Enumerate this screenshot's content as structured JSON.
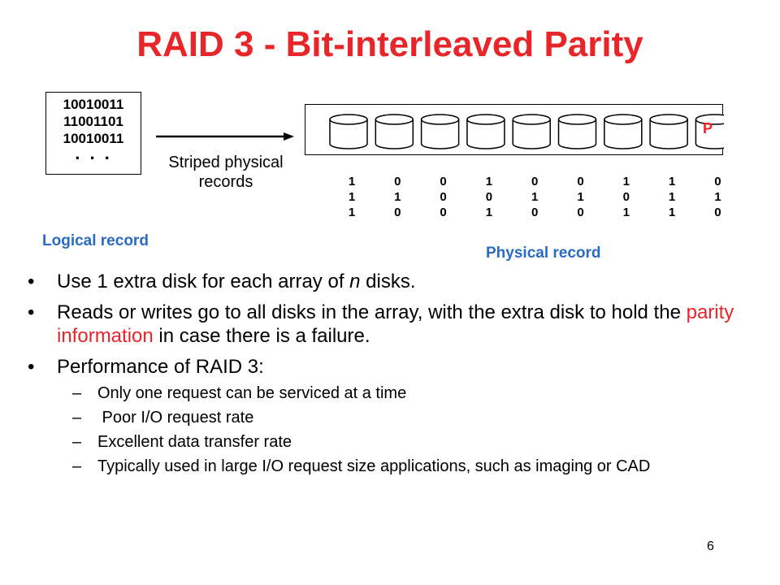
{
  "title": "RAID 3 - Bit-interleaved Parity",
  "logical_record": {
    "lines": [
      "10010011",
      "11001101",
      "10010011"
    ],
    "ellipsis": ". . .",
    "label": "Logical record"
  },
  "arrow_label": "Striped physical records",
  "parity_label": "P",
  "physical_record_label": "Physical record",
  "bit_columns": [
    [
      "1",
      "1",
      "1"
    ],
    [
      "0",
      "1",
      "0"
    ],
    [
      "0",
      "0",
      "0"
    ],
    [
      "1",
      "0",
      "1"
    ],
    [
      "0",
      "1",
      "0"
    ],
    [
      "0",
      "1",
      "0"
    ],
    [
      "1",
      "0",
      "1"
    ],
    [
      "1",
      "1",
      "1"
    ],
    [
      "0",
      "1",
      "0"
    ]
  ],
  "bullets": [
    {
      "text_parts": [
        "Use 1 extra disk for each array of ",
        "n",
        " disks."
      ]
    },
    {
      "text_parts": [
        "Reads or writes go to all disks in the array, with the extra disk to hold the ",
        "parity information",
        " in case there is a failure."
      ]
    },
    {
      "text": "Performance of RAID 3:",
      "subitems": [
        "Only one request can be serviced at a time",
        " Poor I/O request rate",
        "Excellent data transfer rate",
        "Typically used in large I/O request size applications, such as imaging or CAD"
      ]
    }
  ],
  "bullet_symbol": "•",
  "sub_symbol": "–",
  "page_number": "6",
  "colors": {
    "title": "#e8262a",
    "label": "#2a6bc4",
    "parity": "#e8262a"
  }
}
